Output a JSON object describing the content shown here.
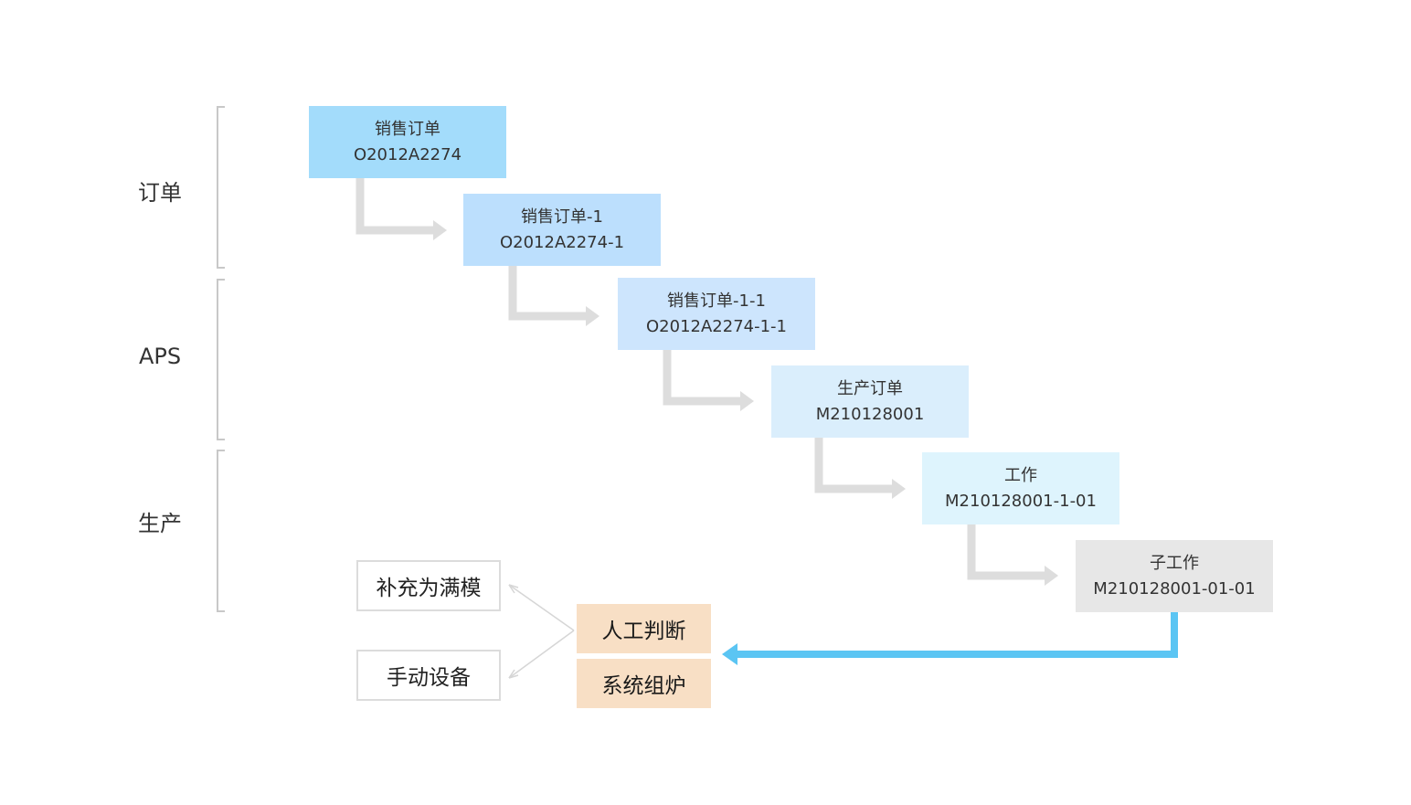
{
  "sections": [
    {
      "key": "order",
      "label": "订单"
    },
    {
      "key": "aps",
      "label": "APS"
    },
    {
      "key": "production",
      "label": "生产"
    }
  ],
  "nodes": [
    {
      "title": "销售订单",
      "code": "O2012A2274",
      "color": "#a3dcfb"
    },
    {
      "title": "销售订单-1",
      "code": "O2012A2274-1",
      "color": "#bcdffd"
    },
    {
      "title": "销售订单-1-1",
      "code": "O2012A2274-1-1",
      "color": "#cde5fd"
    },
    {
      "title": "生产订单",
      "code": "M210128001",
      "color": "#daeefc"
    },
    {
      "title": "工作",
      "code": "M210128001-1-01",
      "color": "#def4fd"
    },
    {
      "title": "子工作",
      "code": "M210128001-01-01",
      "color": "#e7e7e7"
    }
  ],
  "decisions": [
    {
      "label": "人工判断"
    },
    {
      "label": "系统组炉"
    }
  ],
  "outcomes": [
    {
      "label": "补充为满模"
    },
    {
      "label": "手动设备"
    }
  ],
  "colors": {
    "connector_gray": "#dddddd",
    "bracket_gray": "#c8c8c8",
    "feedback_blue": "#5bc5f3",
    "decision_fill": "#f8dfc5",
    "outcome_border": "#dcdcdc",
    "branch_line": "#d6d6d6"
  }
}
